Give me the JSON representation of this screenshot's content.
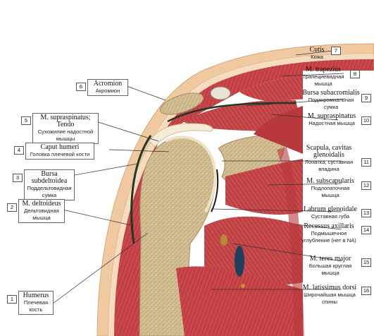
{
  "labels": [
    {
      "num": "7",
      "latin": "Cutis",
      "russian": "Кожа"
    },
    {
      "num": "8",
      "latin": "M. trapezius",
      "russian": "Трапециевидная мышца"
    },
    {
      "num": "9",
      "latin": "Bursa subacromialis",
      "russian": "Подакромиальная сумка"
    },
    {
      "num": "10",
      "latin": "M. supraspinatus",
      "russian": "Надостная мышца"
    },
    {
      "num": "11",
      "latin": "Scapula, cavitas glenoidalis",
      "russian": "Лопатка, суставная впадина"
    },
    {
      "num": "12",
      "latin": "M. subscapularis",
      "russian": "Подлопаточная мышца"
    },
    {
      "num": "13",
      "latin": "Labrum glenoidale",
      "russian": "Суставная губа"
    },
    {
      "num": "14",
      "latin": "Recessus axillaris",
      "russian": "Подмышечное углубление (нет в NA)"
    },
    {
      "num": "15",
      "latin": "M. teres major",
      "russian": "Большая круглая мышца"
    },
    {
      "num": "16",
      "latin": "M. latissimus dorsi",
      "russian": "Широчайшая мышца спины"
    },
    {
      "num": "6",
      "latin": "Acromion",
      "russian": "Акромион"
    },
    {
      "num": "5",
      "latin": "M. supraspinatus; Tendo",
      "russian": "Сухожилие надостной мышцы"
    },
    {
      "num": "4",
      "latin": "Caput humeri",
      "russian": "Головка плечевой кости"
    },
    {
      "num": "3",
      "latin": "Bursa subdeltoidea",
      "russian": "Поддельтовидная сумка"
    },
    {
      "num": "2",
      "latin": "M. deltoideus",
      "russian": "Дельтовидная мышца"
    },
    {
      "num": "1",
      "latin": "Humerus",
      "russian": "Плечевая кость"
    }
  ],
  "colors": {
    "skin": "#f1c9a0",
    "muscle": "#c8484a",
    "muscle_dark": "#9e2c2f",
    "bone": "#d9c59c",
    "cartilage": "#ece0c0",
    "tendon": "#f4ecd4",
    "bursa": "#1c3a26"
  }
}
